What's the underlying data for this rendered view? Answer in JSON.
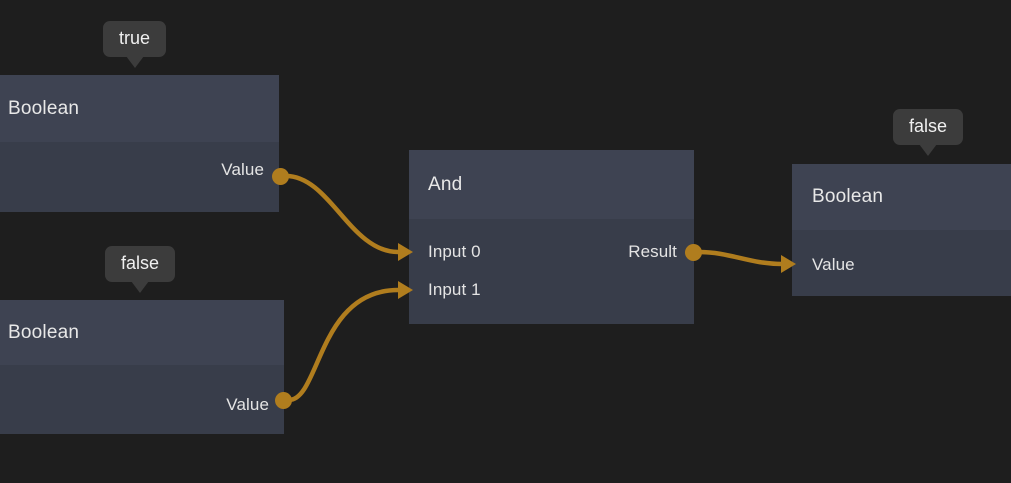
{
  "canvas": {
    "background_color": "#1e1e1e",
    "accent_color": "#b07d1e",
    "node_header_color": "#3e4352",
    "node_body_color": "#383d4a",
    "tooltip_color": "#3c3c3c",
    "label_color": "#e8e8e8"
  },
  "nodes": [
    {
      "id": "boolean-true",
      "title": "Boolean",
      "tooltip": "true",
      "ports": [
        {
          "name": "Value",
          "label": "Value",
          "direction": "output"
        }
      ]
    },
    {
      "id": "boolean-false-left",
      "title": "Boolean",
      "tooltip": "false",
      "ports": [
        {
          "name": "Value",
          "label": "Value",
          "direction": "output"
        }
      ]
    },
    {
      "id": "and",
      "title": "And",
      "tooltip": null,
      "ports": [
        {
          "name": "Input 0",
          "label": "Input 0",
          "direction": "input"
        },
        {
          "name": "Input 1",
          "label": "Input 1",
          "direction": "input"
        },
        {
          "name": "Result",
          "label": "Result",
          "direction": "output"
        }
      ]
    },
    {
      "id": "boolean-false-right",
      "title": "Boolean",
      "tooltip": "false",
      "ports": [
        {
          "name": "Value",
          "label": "Value",
          "direction": "input"
        }
      ]
    }
  ],
  "connections": [
    {
      "from": "boolean-true.Value",
      "to": "and.Input 0"
    },
    {
      "from": "boolean-false-left.Value",
      "to": "and.Input 1"
    },
    {
      "from": "and.Result",
      "to": "boolean-false-right.Value"
    }
  ]
}
